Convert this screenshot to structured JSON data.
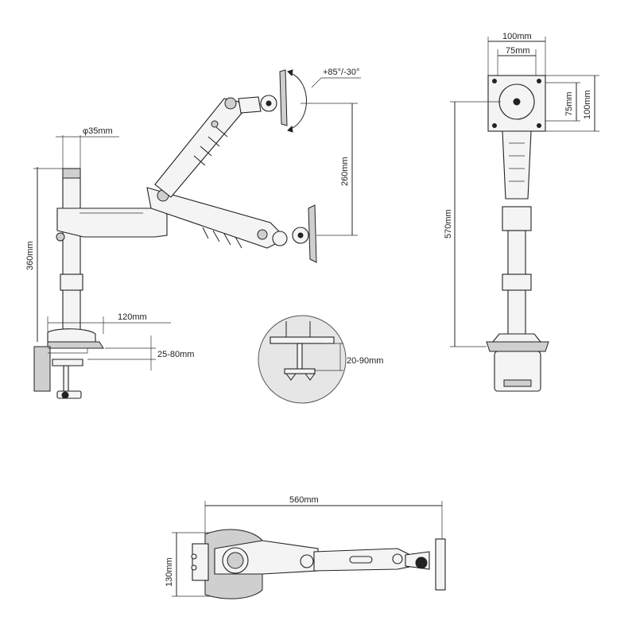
{
  "dimensions": {
    "pole_diameter": "φ35mm",
    "pole_height": "360mm",
    "arm_reach": "120mm",
    "desk_thickness_clamp": "25-80mm",
    "tilt_range": "+85°/-30°",
    "arm_height_range": "260mm",
    "grommet_thickness": "20-90mm",
    "vesa_outer": "100mm",
    "vesa_inner": "75mm",
    "vesa_outer_v": "100mm",
    "vesa_inner_v": "75mm",
    "total_height": "570mm",
    "total_length": "560mm",
    "base_depth": "130mm"
  },
  "colors": {
    "line": "#222222",
    "part_fill": "#f4f4f4",
    "shade": "#cfcfcf",
    "detail_bg": "#e6e6e6"
  }
}
